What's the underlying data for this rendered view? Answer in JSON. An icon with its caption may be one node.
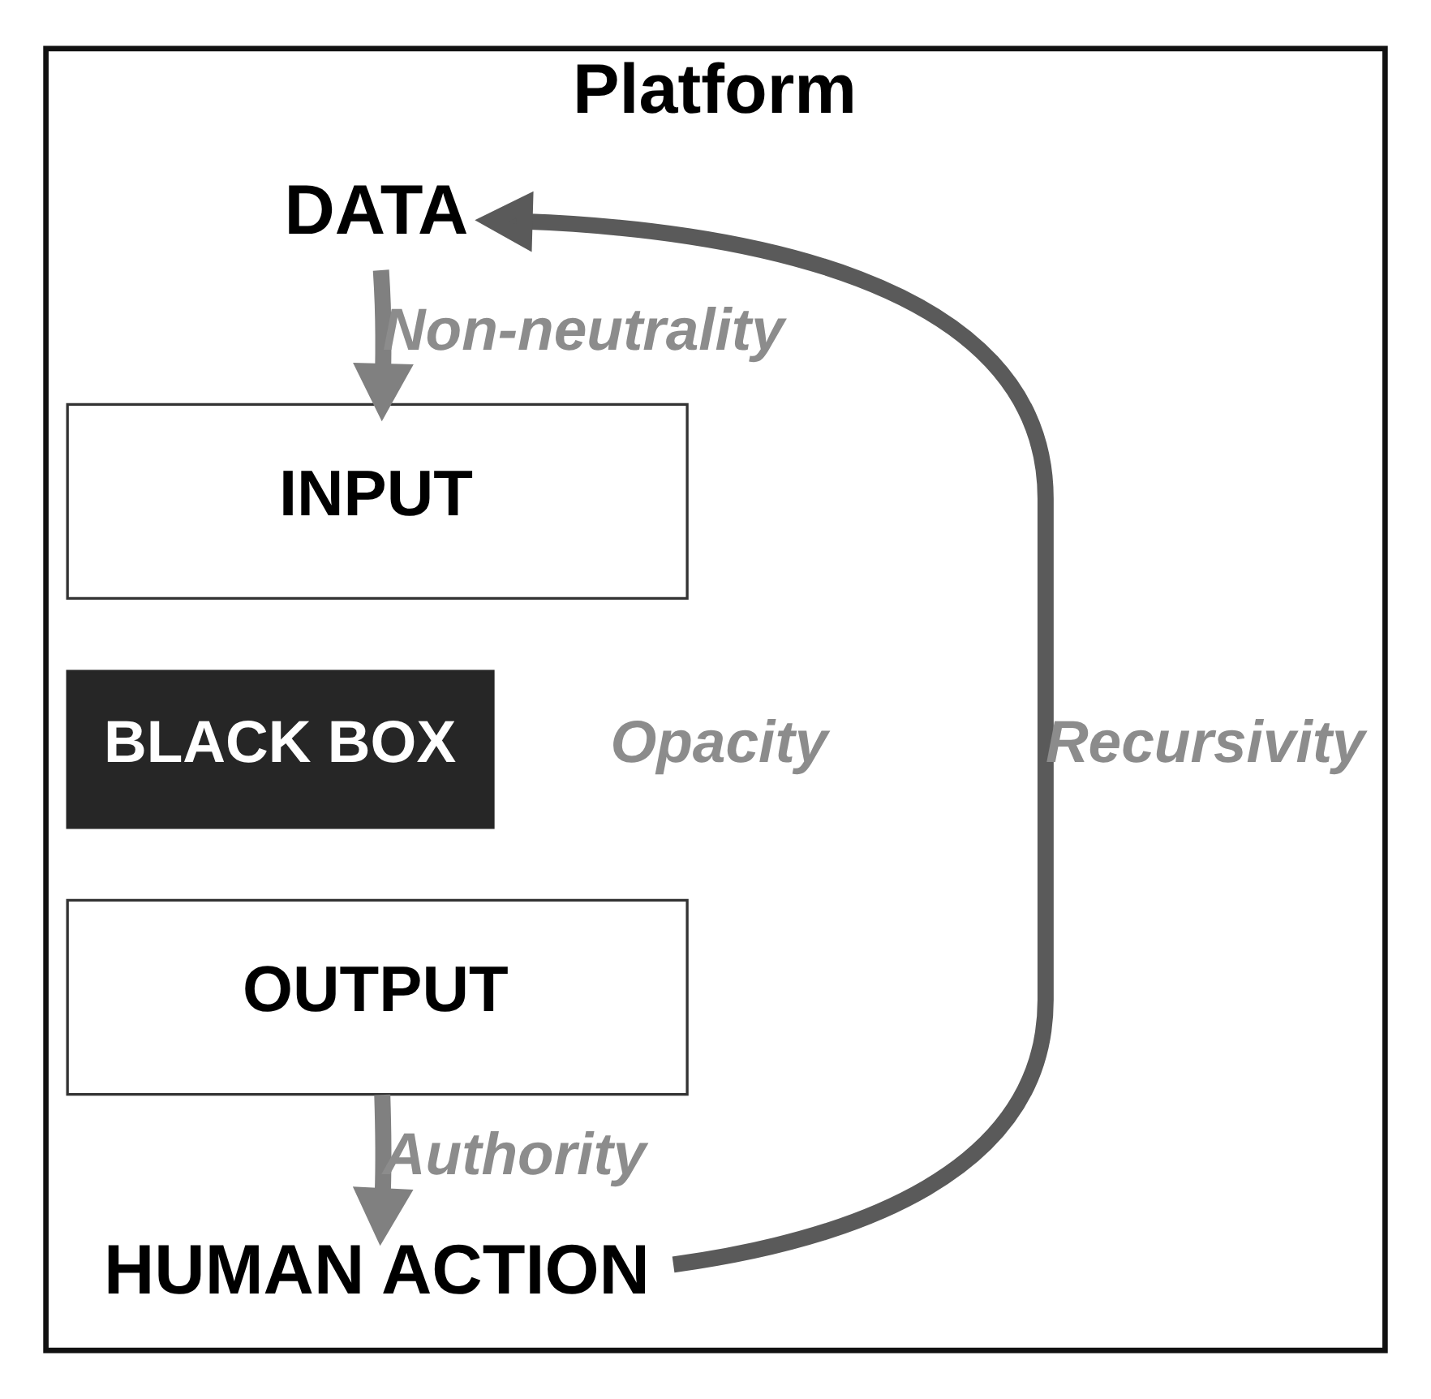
{
  "diagram": {
    "nodes": [
      {
        "text": [
          "Platform"
        ]
      },
      {
        "text": [
          "DATA"
        ],
        "in": 0
      },
      {
        "text": [
          "INPUT"
        ],
        "in": 0
      },
      {
        "text": [
          "BLACK BOX"
        ],
        "in": 0
      },
      {
        "text": [
          "OUTPUT"
        ],
        "in": 0
      },
      {
        "text": [
          "HUMAN ACTION"
        ],
        "in": 0
      }
    ],
    "edges": [
      {
        "from": 1,
        "to": 2,
        "arrow": "to",
        "label": "Non-neutrality"
      },
      {
        "from": 4,
        "to": 5,
        "arrow": "to",
        "label": "Authority"
      },
      {
        "from": 5,
        "to": 1,
        "arrow": "to",
        "label": "Recursivity",
        "color": "#5a5a5a"
      }
    ],
    "labels": [
      "Opacity"
    ]
  }
}
